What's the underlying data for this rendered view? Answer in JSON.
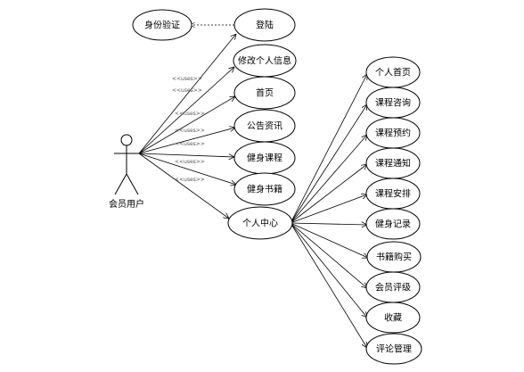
{
  "actor": {
    "label": "会员用户"
  },
  "stereotype": "<<uses>>",
  "nodes": {
    "auth": "身份验证",
    "login": "登陆",
    "edit_info": "修改个人信息",
    "home": "首页",
    "news": "公告资讯",
    "courses": "健身课程",
    "books": "健身书籍",
    "center": "个人中心"
  },
  "center_items": [
    "个人首页",
    "课程咨询",
    "课程预约",
    "课程通知",
    "课程安排",
    "健身记录",
    "书籍购买",
    "会员评级",
    "收藏",
    "评论管理"
  ]
}
